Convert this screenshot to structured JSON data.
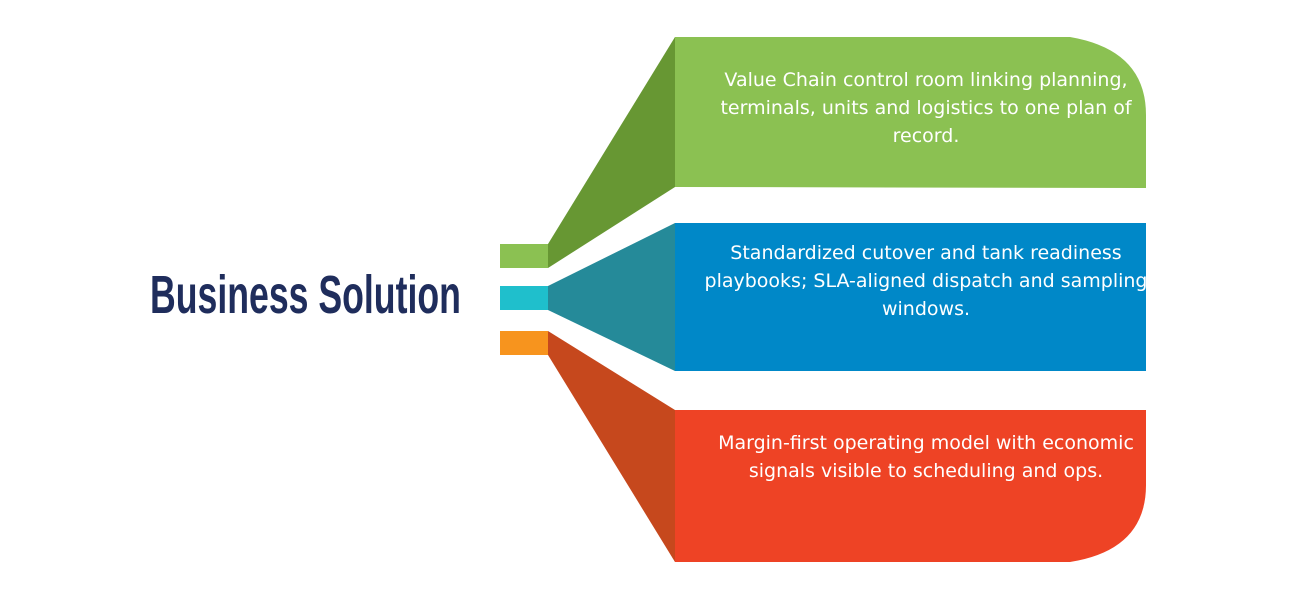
{
  "title": "Business Solution",
  "items": [
    {
      "text": "Value Chain control room linking planning, terminals, units and logistics to one plan of record.",
      "color": "#8bc152",
      "dark": "#679733",
      "tab": "#8bc152"
    },
    {
      "text": "Standardized cutover and tank readiness playbooks; SLA-aligned dispatch and sampling windows.",
      "color": "#0088c8",
      "dark": "#258a99",
      "tab": "#1fbfcc"
    },
    {
      "text": "Margin-first operating model with economic signals visible to scheduling and ops.",
      "color": "#ee4325",
      "dark": "#c6481d",
      "tab": "#f7941e"
    }
  ]
}
